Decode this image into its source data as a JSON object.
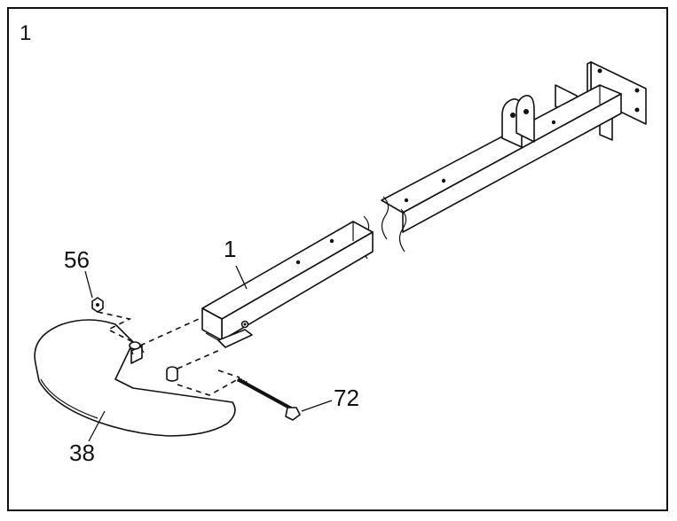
{
  "step": {
    "number": "1"
  },
  "callouts": {
    "frame": "1",
    "nut": "56",
    "bolt": "72",
    "foot_plate": "38"
  }
}
